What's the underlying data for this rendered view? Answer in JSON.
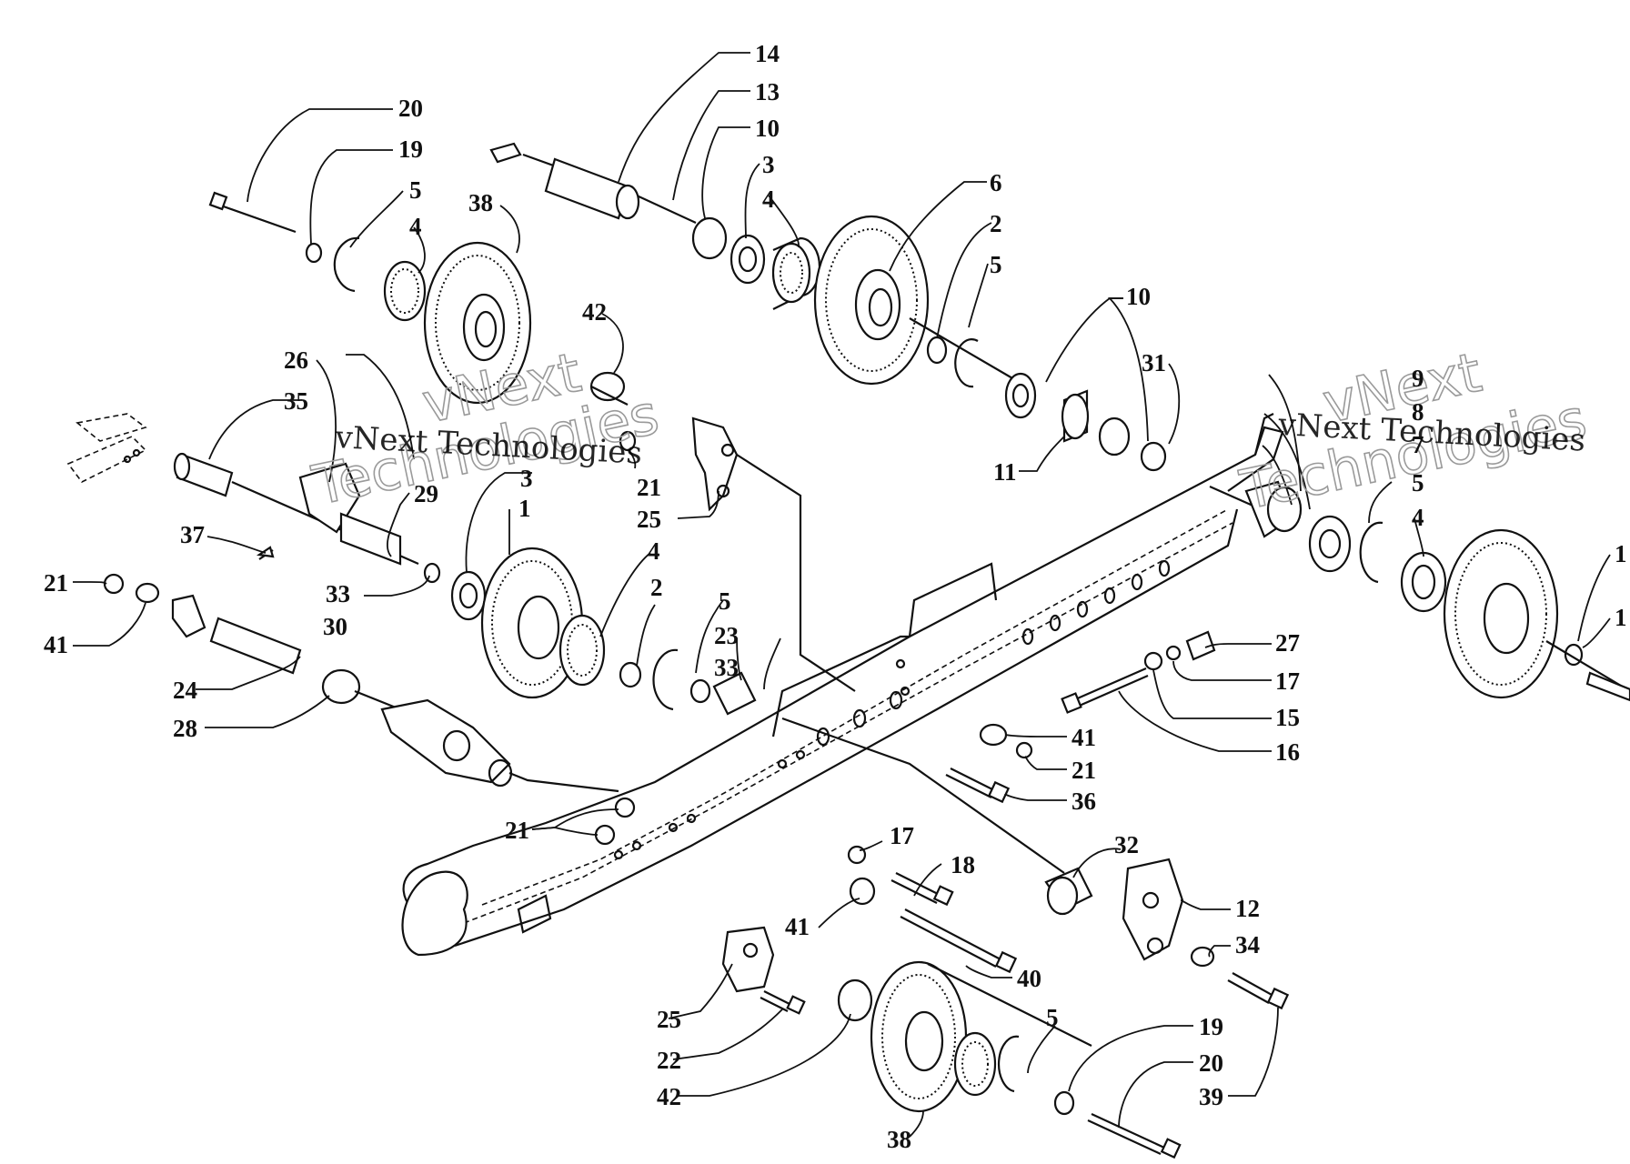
{
  "watermark": {
    "primary": "vNext Technologies",
    "secondary": "Technologies",
    "brand": "vNext"
  },
  "callouts": [
    {
      "id": "c1",
      "label": "20"
    },
    {
      "id": "c2",
      "label": "19"
    },
    {
      "id": "c3",
      "label": "5"
    },
    {
      "id": "c4",
      "label": "4"
    },
    {
      "id": "c5",
      "label": "38"
    },
    {
      "id": "c6",
      "label": "14"
    },
    {
      "id": "c7",
      "label": "13"
    },
    {
      "id": "c8",
      "label": "10"
    },
    {
      "id": "c9",
      "label": "3"
    },
    {
      "id": "c10",
      "label": "4"
    },
    {
      "id": "c11",
      "label": "6"
    },
    {
      "id": "c12",
      "label": "2"
    },
    {
      "id": "c13",
      "label": "5"
    },
    {
      "id": "c14",
      "label": "10"
    },
    {
      "id": "c15",
      "label": "31"
    },
    {
      "id": "c16",
      "label": "11"
    },
    {
      "id": "c17",
      "label": "42"
    },
    {
      "id": "c18",
      "label": "26"
    },
    {
      "id": "c19",
      "label": "35"
    },
    {
      "id": "c20",
      "label": "21"
    },
    {
      "id": "c21",
      "label": "25"
    },
    {
      "id": "c22",
      "label": "29"
    },
    {
      "id": "c23",
      "label": "3"
    },
    {
      "id": "c24",
      "label": "1"
    },
    {
      "id": "c25",
      "label": "37"
    },
    {
      "id": "c26",
      "label": "33"
    },
    {
      "id": "c27",
      "label": "4"
    },
    {
      "id": "c28",
      "label": "2"
    },
    {
      "id": "c29",
      "label": "5"
    },
    {
      "id": "c30",
      "label": "23"
    },
    {
      "id": "c31",
      "label": "33"
    },
    {
      "id": "c32",
      "label": "21"
    },
    {
      "id": "c33",
      "label": "41"
    },
    {
      "id": "c34",
      "label": "30"
    },
    {
      "id": "c35",
      "label": "24"
    },
    {
      "id": "c36",
      "label": "28"
    },
    {
      "id": "c37",
      "label": "9"
    },
    {
      "id": "c38",
      "label": "8"
    },
    {
      "id": "c39",
      "label": "7"
    },
    {
      "id": "c40",
      "label": "5"
    },
    {
      "id": "c41",
      "label": "4"
    },
    {
      "id": "c42",
      "label": "1"
    },
    {
      "id": "c43",
      "label": "1"
    },
    {
      "id": "c44",
      "label": "27"
    },
    {
      "id": "c45",
      "label": "17"
    },
    {
      "id": "c46",
      "label": "15"
    },
    {
      "id": "c47",
      "label": "16"
    },
    {
      "id": "c48",
      "label": "41"
    },
    {
      "id": "c49",
      "label": "21"
    },
    {
      "id": "c50",
      "label": "36"
    },
    {
      "id": "c51",
      "label": "21"
    },
    {
      "id": "c52",
      "label": "17"
    },
    {
      "id": "c53",
      "label": "18"
    },
    {
      "id": "c54",
      "label": "32"
    },
    {
      "id": "c55",
      "label": "12"
    },
    {
      "id": "c56",
      "label": "41"
    },
    {
      "id": "c57",
      "label": "40"
    },
    {
      "id": "c58",
      "label": "34"
    },
    {
      "id": "c59",
      "label": "25"
    },
    {
      "id": "c60",
      "label": "22"
    },
    {
      "id": "c61",
      "label": "42"
    },
    {
      "id": "c62",
      "label": "5"
    },
    {
      "id": "c63",
      "label": "19"
    },
    {
      "id": "c64",
      "label": "20"
    },
    {
      "id": "c65",
      "label": "39"
    },
    {
      "id": "c66",
      "label": "38"
    }
  ]
}
